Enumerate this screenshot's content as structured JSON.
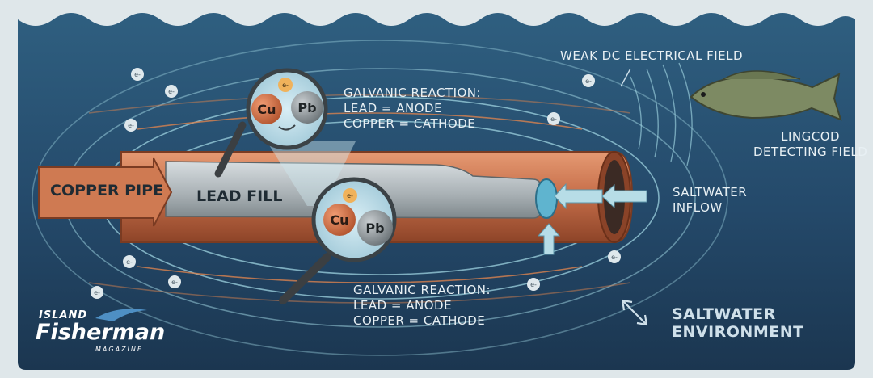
{
  "labels": {
    "copper_pipe": "COPPER PIPE",
    "lead_fill": "LEAD FILL",
    "weak_field": "WEAK DC ELECTRICAL FIELD",
    "lingcod": [
      "LINGCOD",
      "DETECTING FIELD"
    ],
    "saltwater_inflow": [
      "SALTWATER",
      "INFLOW"
    ],
    "saltwater_env": [
      "SALTWATER",
      "ENVIRONMENT"
    ],
    "reaction_top": [
      "GALVANIC REACTION:",
      "LEAD = ANODE",
      "COPPER = CATHODE"
    ],
    "reaction_bottom": [
      "GALVANIC REACTION:",
      "LEAD = ANODE",
      "COPPER = CATHODE"
    ]
  },
  "chemistry": {
    "copper": "Cu",
    "lead": "Pb",
    "electron": "e-"
  },
  "logo": {
    "line1": "ISLAND",
    "line2": "Fisherman",
    "line3": "MAGAZINE"
  },
  "colors": {
    "water_dark": "#1d3a55",
    "water_mid": "#2d5b7a",
    "copper": "#c8704b",
    "lead": "#a7afb3",
    "field_lines": "#9ed3e0"
  }
}
